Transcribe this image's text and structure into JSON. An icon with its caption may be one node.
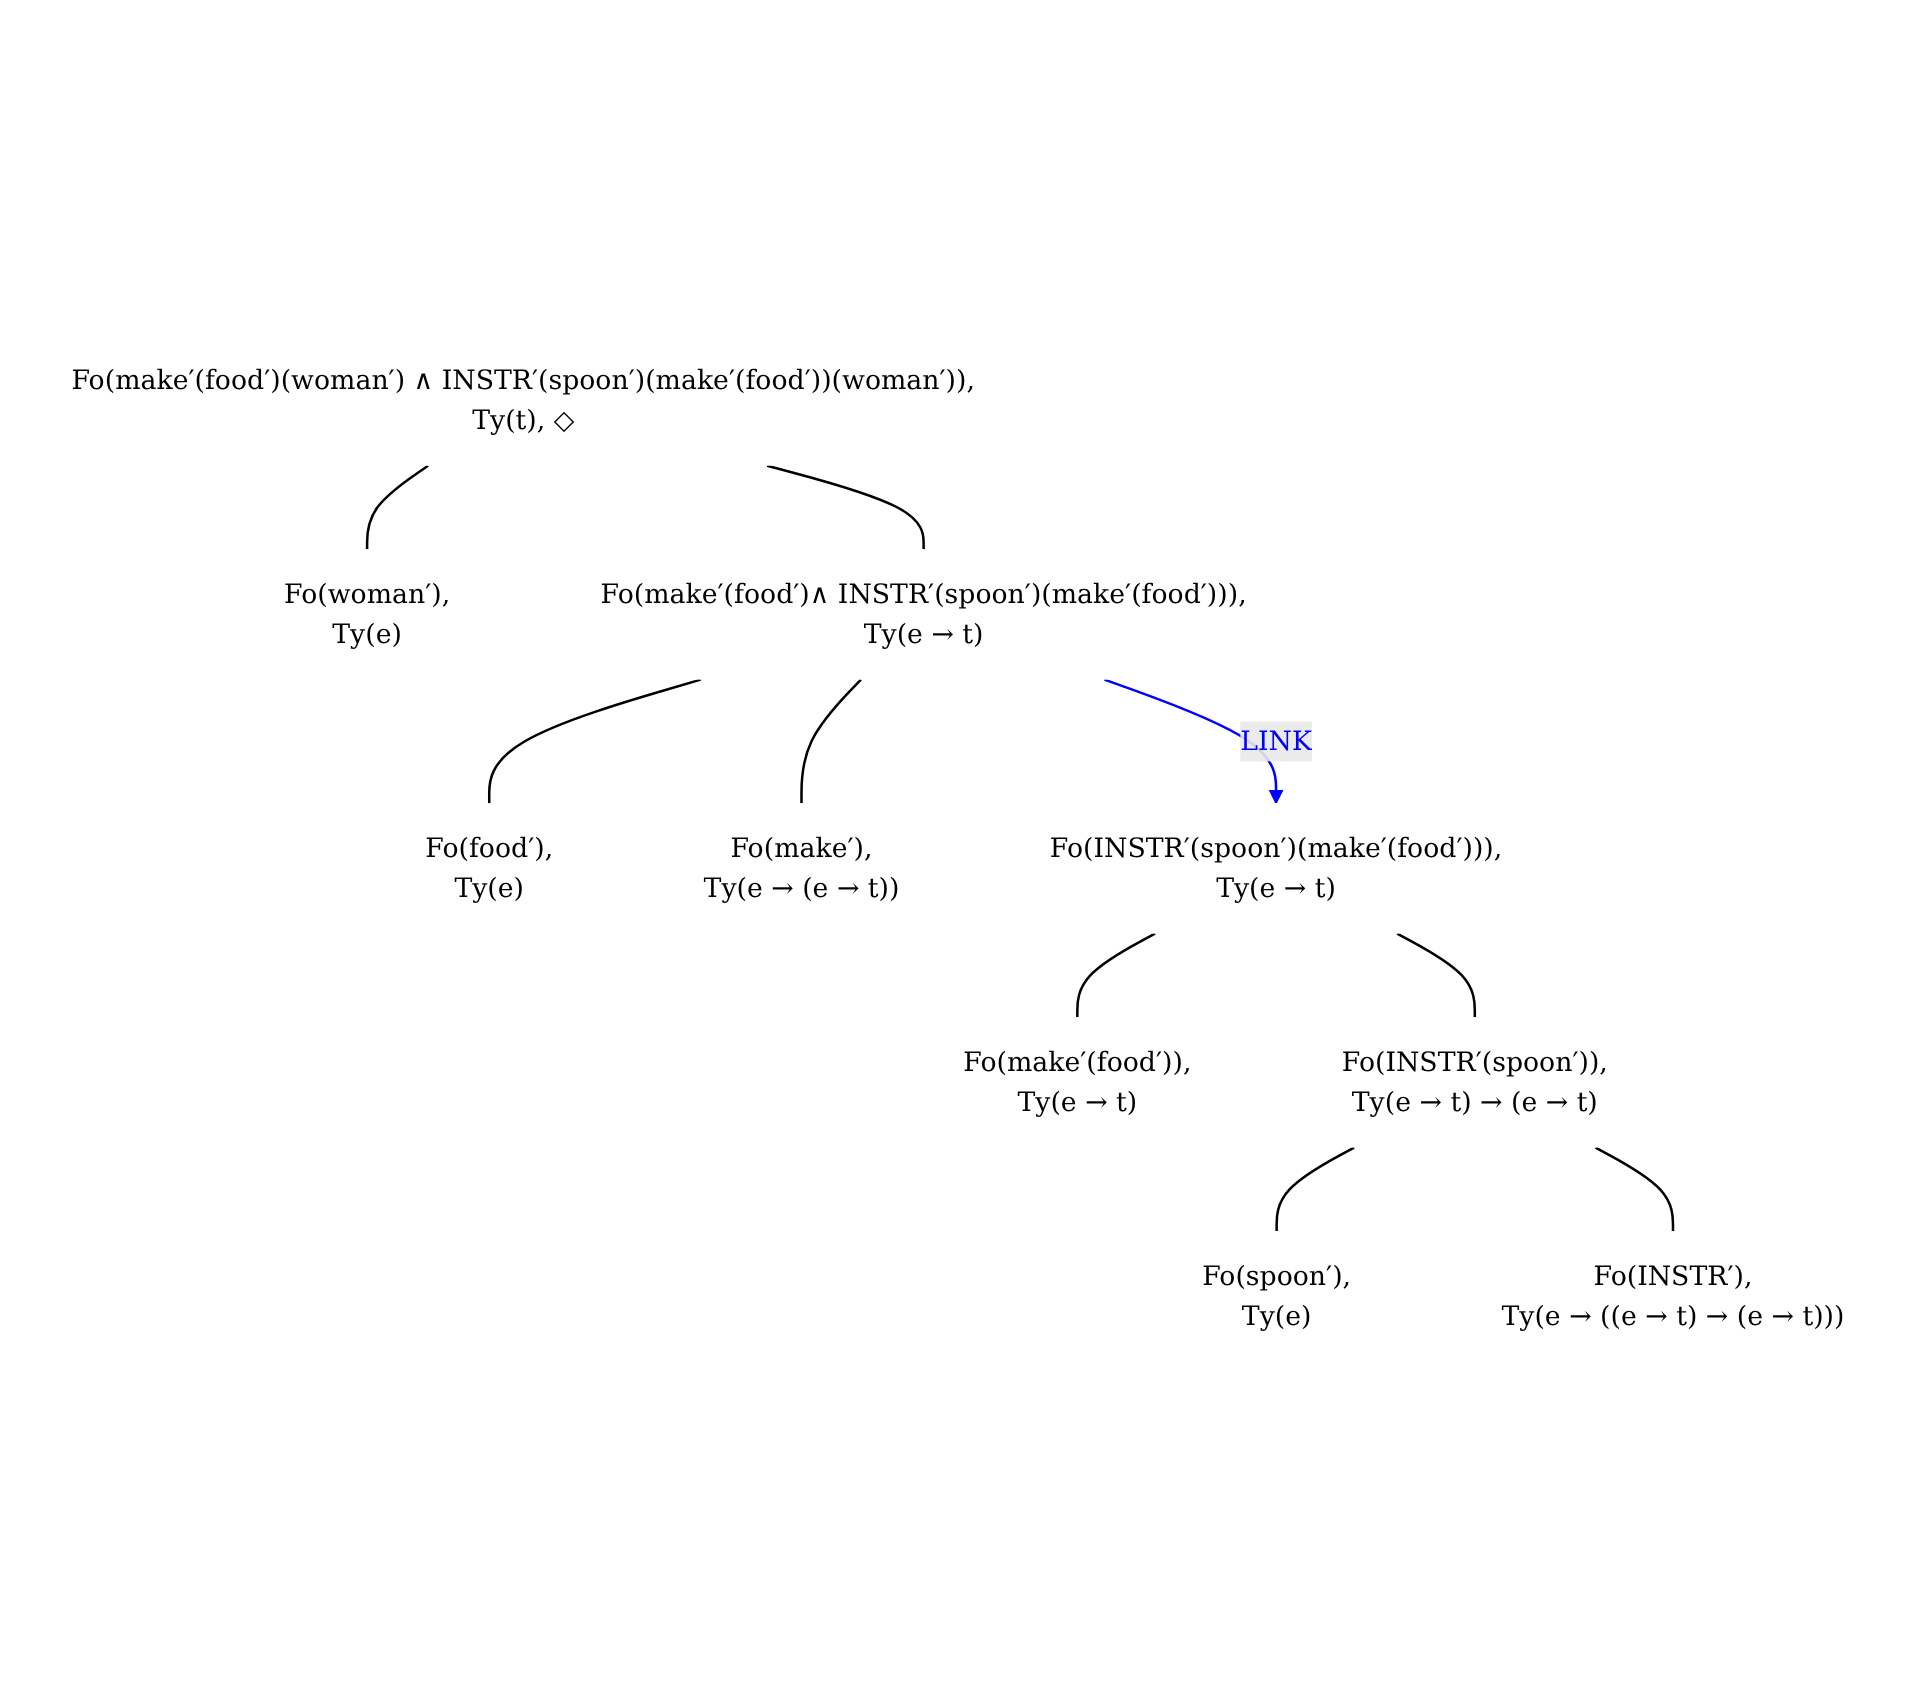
{
  "diagram": {
    "nodes": [
      {
        "text": [
          "Fo(make′(food′)(woman′) ∧ INSTR′(spoon′)(make′(food′))(woman′)),",
          "Ty(t), ◇"
        ]
      },
      {
        "text": [
          "Fo(woman′),",
          "Ty(e)"
        ]
      },
      {
        "text": [
          "Fo(make′(food′)∧ INSTR′(spoon′)(make′(food′))),",
          "Ty(e → t)"
        ]
      },
      {
        "text": [
          "Fo(food′),",
          "Ty(e)"
        ]
      },
      {
        "text": [
          "Fo(make′),",
          "Ty(e → (e → t))"
        ]
      },
      {
        "text": [
          "Fo(INSTR′(spoon′)(make′(food′))),",
          "Ty(e → t)"
        ]
      },
      {
        "text": [
          "Fo(make′(food′)),",
          "Ty(e → t)"
        ]
      },
      {
        "text": [
          "Fo(INSTR′(spoon′)),",
          "Ty(e → t) → (e → t)"
        ]
      },
      {
        "text": [
          "Fo(spoon′),",
          "Ty(e)"
        ]
      },
      {
        "text": [
          "Fo(INSTR′),",
          "Ty(e → ((e → t) → (e → t)))"
        ]
      }
    ],
    "edges": [
      {
        "from": 0,
        "to": 1,
        "arrow": "none"
      },
      {
        "from": 0,
        "to": 2,
        "arrow": "none"
      },
      {
        "from": 2,
        "to": 3,
        "arrow": "none"
      },
      {
        "from": 2,
        "to": 4,
        "arrow": "none"
      },
      {
        "from": 2,
        "to": 5,
        "arrow": "to",
        "label": "LINK",
        "color": "#0000ff"
      },
      {
        "from": 5,
        "to": 6,
        "arrow": "none"
      },
      {
        "from": 5,
        "to": 7,
        "arrow": "none"
      },
      {
        "from": 7,
        "to": 8,
        "arrow": "none"
      },
      {
        "from": 7,
        "to": 9,
        "arrow": "none"
      }
    ]
  }
}
